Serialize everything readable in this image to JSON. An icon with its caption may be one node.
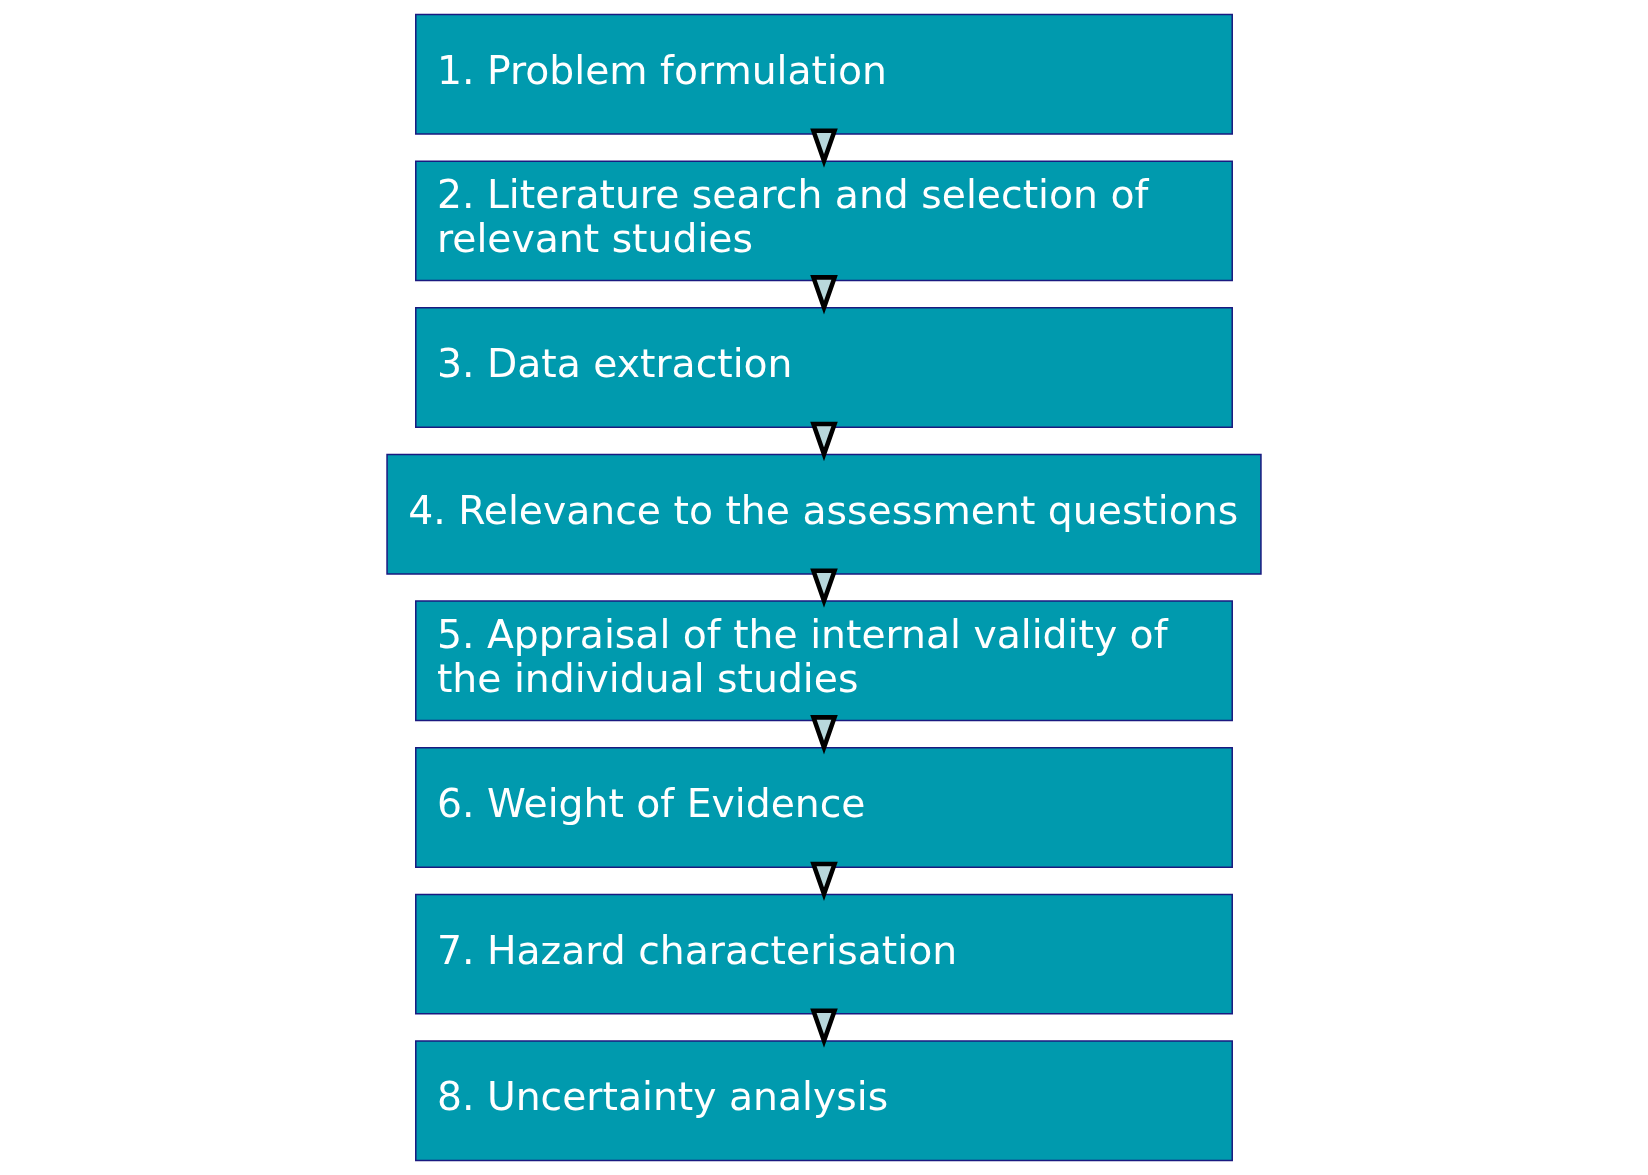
{
  "diagram": {
    "nodes": [
      {
        "text": [
          "1. Problem formulation"
        ]
      },
      {
        "text": [
          "2. Literature search and selection of relevant studies"
        ]
      },
      {
        "text": [
          "3. Data extraction"
        ]
      },
      {
        "text": [
          "4. Relevance to the assessment questions"
        ]
      },
      {
        "text": [
          "5. Appraisal of the internal validity of the individual studies"
        ]
      },
      {
        "text": [
          "6. Weight of Evidence"
        ]
      },
      {
        "text": [
          "7. Hazard characterisation"
        ]
      },
      {
        "text": [
          "8. Uncertainty analysis"
        ]
      }
    ],
    "edges": [
      {
        "from": 0,
        "to": 1,
        "arrow": "to"
      },
      {
        "from": 1,
        "to": 2,
        "arrow": "to"
      },
      {
        "from": 2,
        "to": 3,
        "arrow": "to"
      },
      {
        "from": 3,
        "to": 4,
        "arrow": "to"
      },
      {
        "from": 4,
        "to": 5,
        "arrow": "to"
      },
      {
        "from": 5,
        "to": 6,
        "arrow": "to"
      },
      {
        "from": 6,
        "to": 7,
        "arrow": "to"
      }
    ]
  }
}
